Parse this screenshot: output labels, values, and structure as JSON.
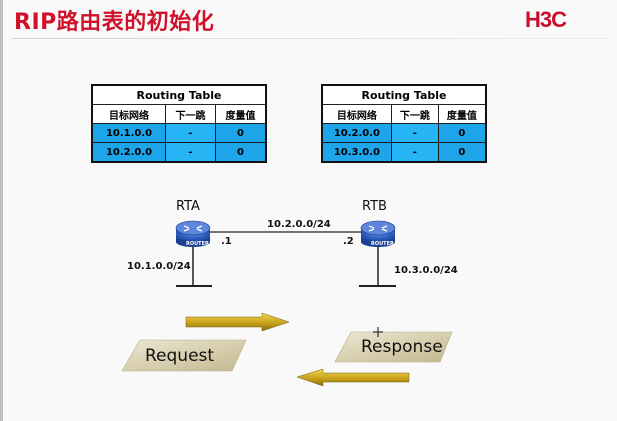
{
  "slide": {
    "title": "RIP路由表的初始化",
    "logo": "H3C"
  },
  "table_a": {
    "caption": "Routing Table",
    "headers": [
      "目标网络",
      "下一跳",
      "度量值"
    ],
    "rows": [
      [
        "10.1.0.0",
        "-",
        "0"
      ],
      [
        "10.2.0.0",
        "-",
        "0"
      ]
    ]
  },
  "table_b": {
    "caption": "Routing Table",
    "headers": [
      "目标网络",
      "下一跳",
      "度量值"
    ],
    "rows": [
      [
        "10.2.0.0",
        "-",
        "0"
      ],
      [
        "10.3.0.0",
        "-",
        "0"
      ]
    ]
  },
  "topology": {
    "router_a": {
      "name": "RTA",
      "badge": "ROUTER",
      "interface": ".1",
      "stub_network": "10.1.0.0/24"
    },
    "router_b": {
      "name": "RTB",
      "badge": "ROUTER",
      "interface": ".2",
      "stub_network": "10.3.0.0/24"
    },
    "link_network": "10.2.0.0/24"
  },
  "messages": {
    "request_label": "Request",
    "response_label": "Response"
  },
  "colors": {
    "title": "#d0112b",
    "table_row": "#1ea5e9",
    "router": "#2f5fc4",
    "arrow": "#c8a21a",
    "box": "#d2c9a4"
  }
}
